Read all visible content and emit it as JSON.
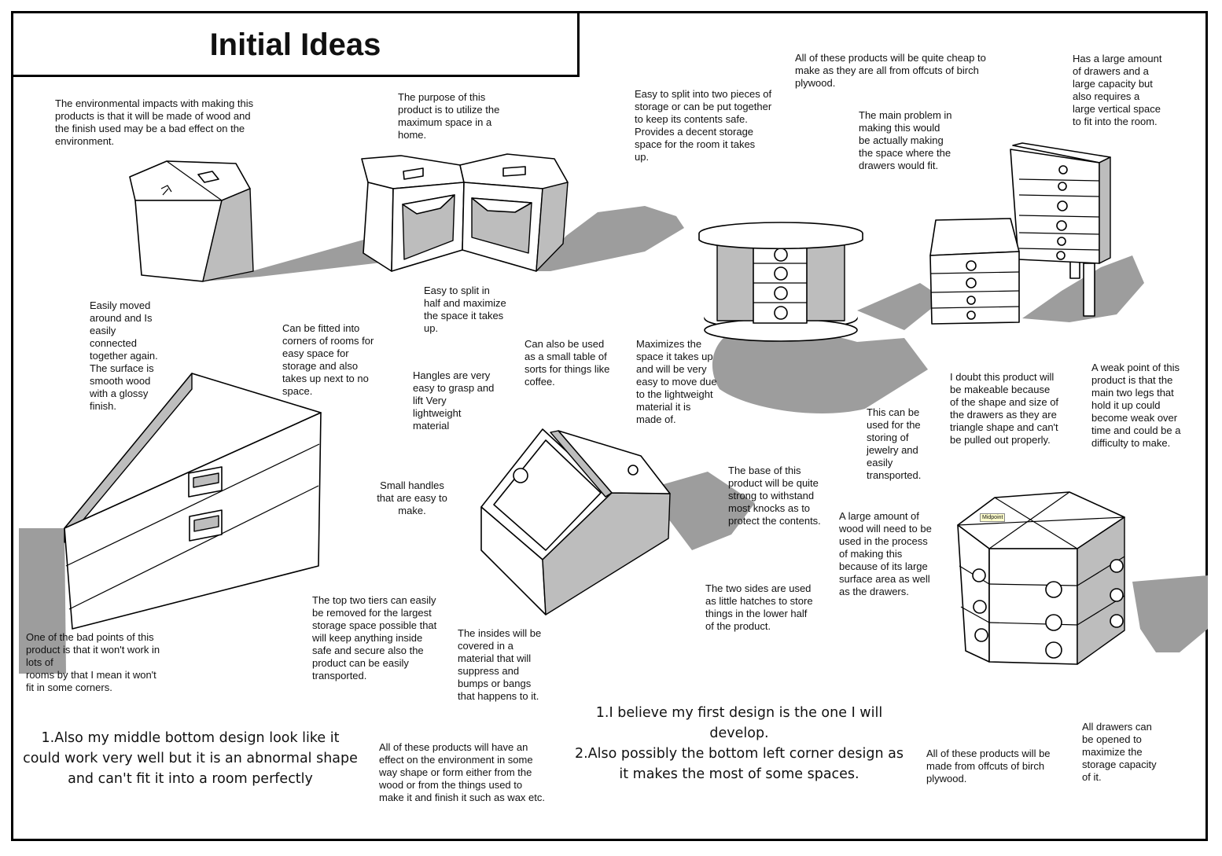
{
  "title": "Initial Ideas",
  "tooltip": "Midpoint",
  "notes": {
    "env_impact": "The environmental impacts with making this\nproducts is that it will be made of wood and\nthe finish used may be a bad effect on the\nenvironment.",
    "purpose": "The purpose of this\nproduct is to utilize the\nmaximum space in a\nhome.",
    "split_storage": "Easy to split into two pieces of\nstorage or can be put together\nto keep its contents safe.\nProvides a decent storage\nspace for the room it takes\nup.",
    "cheap": "All of these products will be quite cheap to\nmake as they are all from offcuts of birch\nplywood.",
    "main_problem": "The main problem in\nmaking this would\nbe actually making\nthe space where the\ndrawers would fit.",
    "large_drawers": "Has a large amount\nof drawers and a\nlarge capacity but\nalso requires  a\nlarge vertical space\nto fit into the room.",
    "easily_moved": "Easily moved\naround and Is\neasily\nconnected\ntogether again.\nThe surface is\nsmooth wood\nwith a glossy\nfinish.",
    "corners": "Can be fitted into\ncorners of rooms for\neasy space for\nstorage and also\ntakes up next to no\nspace.",
    "split_half": "Easy to split in\nhalf and maximize\nthe space it takes\nup.",
    "small_table": "Can also be used\nas a small table of\nsorts for things like\ncoffee.",
    "maximizes": "Maximizes the\nspace it takes up\nand will be very\neasy to move due\nto the lightweight\nmaterial it is\nmade of.",
    "handles": "Hangles are very\neasy to grasp and\nlift Very\nlightweight\nmaterial",
    "doubt": "I doubt this product will\nbe makeable because\nof the shape and size of\nthe drawers as they are\ntriangle shape and can't\nbe pulled out properly.",
    "weak_point": "A weak point of this\nproduct is that the\nmain two legs that\nhold it up could\nbecome weak over\ntime and could be a\ndifficulty to make.",
    "jewelry": "This can be\nused for the\nstoring of\njewelry and\neasily\ntransported.",
    "small_handles": "Small handles\nthat are easy to\nmake.",
    "base": "The base of this\nproduct will be quite\nstrong to withstand\nmost knocks as to\nprotect the contents.",
    "large_wood": "A large amount of\nwood will need to be\nused in the process\nof making this\nbecause of its large\nsurface area as well\nas the drawers.",
    "two_sides": "The two sides are used\nas little hatches to store\nthings in the lower half\nof the product.",
    "top_tiers": "The top two tiers can easily\nbe removed for the largest\nstorage space possible that\nwill keep anything inside\nsafe and secure also the\nproduct can be easily\ntransported.",
    "insides": "The insides will be\ncovered in a\nmaterial that will\nsuppress and\nbumps or bangs\nthat happens to it.",
    "bad_points": "One of the bad points of this\nproduct is that it won't work in\nlots of\n rooms by that I mean it won't\nfit in some corners.",
    "environment_effect": "All of these products will have an\neffect on the environment in some\nway shape or form either from the\nwood or from the things used to\nmake it and finish it such as wax etc.",
    "birch": "All of these products will be\nmade from offcuts of birch\nplywood.",
    "all_drawers": "All drawers can\nbe opened to\nmaximize the\nstorage capacity\nof it."
  },
  "conclusions": {
    "middle_bottom": "1.Also my middle bottom design look like it\ncould work very well but it is an abnormal shape\nand can't fit it into a room perfectly",
    "first_design": "1.I believe my first design is the one I will\ndevelop.\n2.Also possibly the bottom left corner design as\nit makes the most of some spaces."
  }
}
